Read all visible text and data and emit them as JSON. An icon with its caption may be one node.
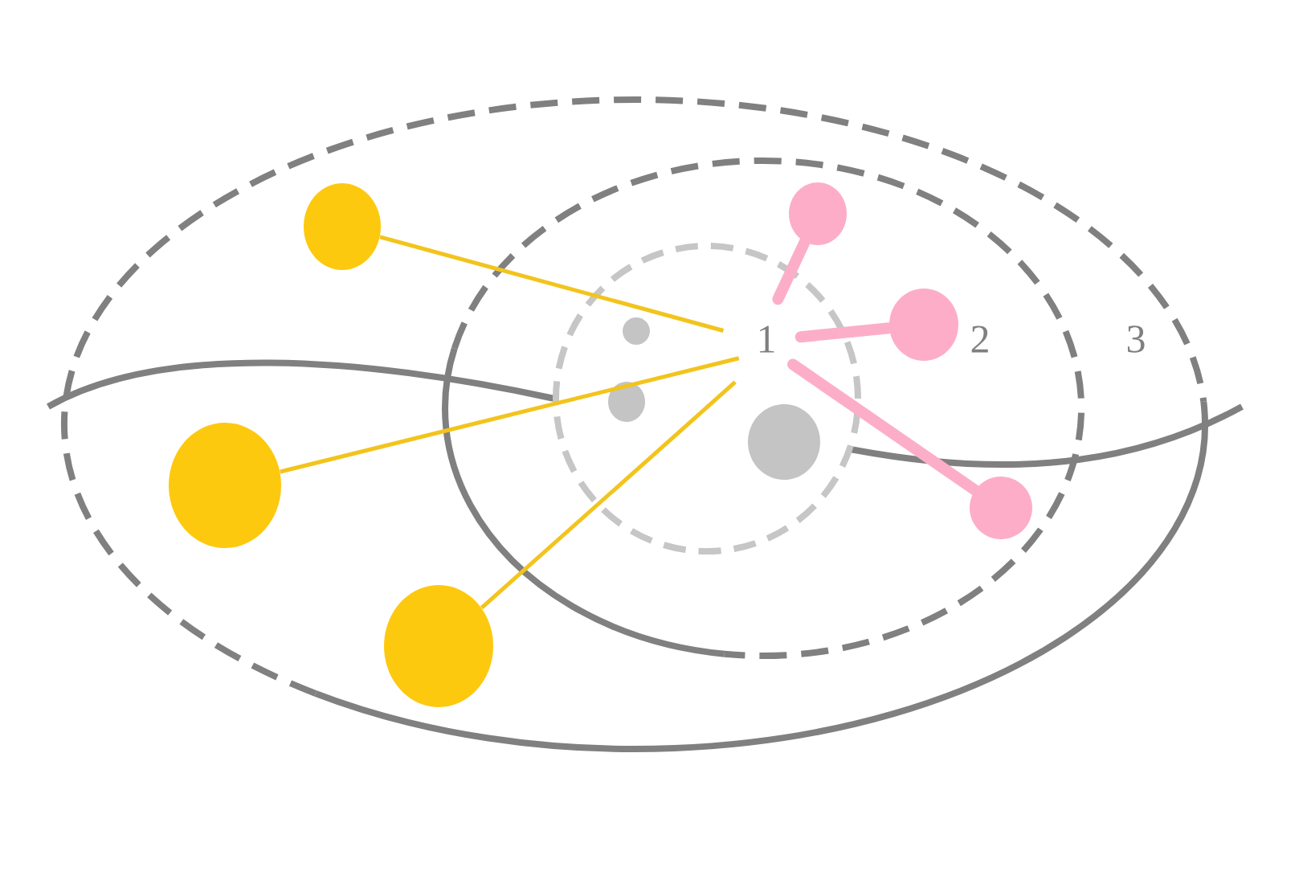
{
  "diagram": {
    "nodes": [
      {
        "text": [
          "3"
        ]
      },
      {
        "text": [
          "2"
        ],
        "in": 0
      },
      {
        "text": [],
        "shape": "circle",
        "in": 1
      },
      {
        "text": [
          "1"
        ],
        "in": 2
      },
      {
        "text": [],
        "shape": "circle",
        "in": 2
      },
      {
        "text": [],
        "shape": "circle",
        "in": 2
      },
      {
        "text": [],
        "shape": "circle",
        "in": 2
      },
      {
        "text": [],
        "shape": "circle",
        "in": 0
      },
      {
        "text": [],
        "shape": "circle",
        "in": 0
      },
      {
        "text": [],
        "shape": "circle",
        "in": 0
      },
      {
        "text": [],
        "shape": "circle",
        "in": 1
      },
      {
        "text": [],
        "shape": "circle",
        "in": 1
      },
      {
        "text": [],
        "shape": "circle",
        "in": 1
      }
    ],
    "edges": [
      {
        "from": 7,
        "to": 3,
        "arrow": "none",
        "color": "#f2c41c"
      },
      {
        "from": 8,
        "to": 3,
        "arrow": "none",
        "color": "#f2c41c"
      },
      {
        "from": 9,
        "to": 3,
        "arrow": "none",
        "color": "#f2c41c"
      },
      {
        "from": 10,
        "to": 3,
        "arrow": "none",
        "style": "thick",
        "color": "#fcaec8"
      },
      {
        "from": 11,
        "to": 3,
        "arrow": "none",
        "style": "thick",
        "color": "#fcaec8"
      },
      {
        "from": 12,
        "to": 3,
        "arrow": "none",
        "style": "thick",
        "color": "#fcaec8"
      }
    ]
  }
}
